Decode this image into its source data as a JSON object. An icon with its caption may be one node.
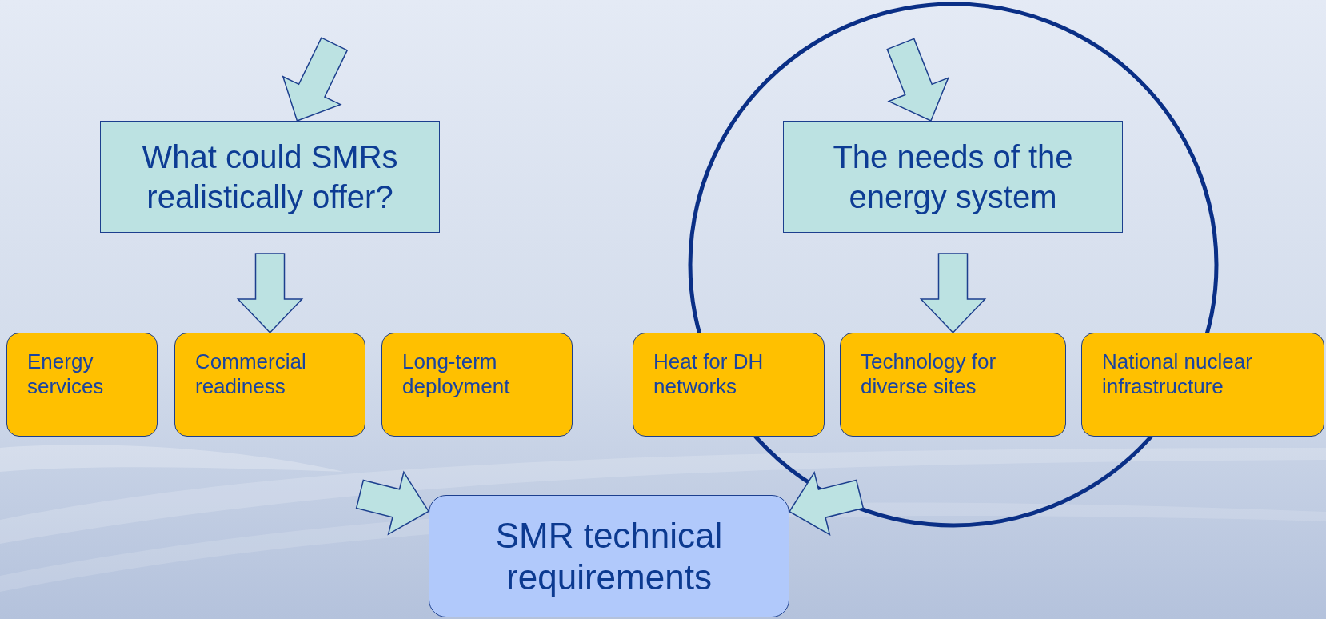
{
  "diagram": {
    "nodes": [
      {
        "text": [
          "What could SMRs realistically offer?"
        ]
      },
      {
        "text": [
          "The needs of the energy system"
        ]
      },
      {
        "text": [
          "Energy services"
        ]
      },
      {
        "text": [
          "Commercial readiness"
        ]
      },
      {
        "text": [
          "Long-term deployment"
        ]
      },
      {
        "text": [
          "Heat for DH networks"
        ]
      },
      {
        "text": [
          "Technology for diverse sites"
        ]
      },
      {
        "text": [
          "National nuclear infrastructure"
        ]
      },
      {
        "text": [
          "SMR technical requirements"
        ]
      }
    ],
    "edges": [
      {
        "from": null,
        "to": 0,
        "arrow": "to"
      },
      {
        "from": null,
        "to": 1,
        "arrow": "to"
      },
      {
        "from": 0,
        "to": 3,
        "arrow": "to"
      },
      {
        "from": 1,
        "to": 6,
        "arrow": "to"
      },
      {
        "from": null,
        "to": 8,
        "arrow": "to"
      },
      {
        "from": null,
        "to": 8,
        "arrow": "to"
      }
    ]
  }
}
